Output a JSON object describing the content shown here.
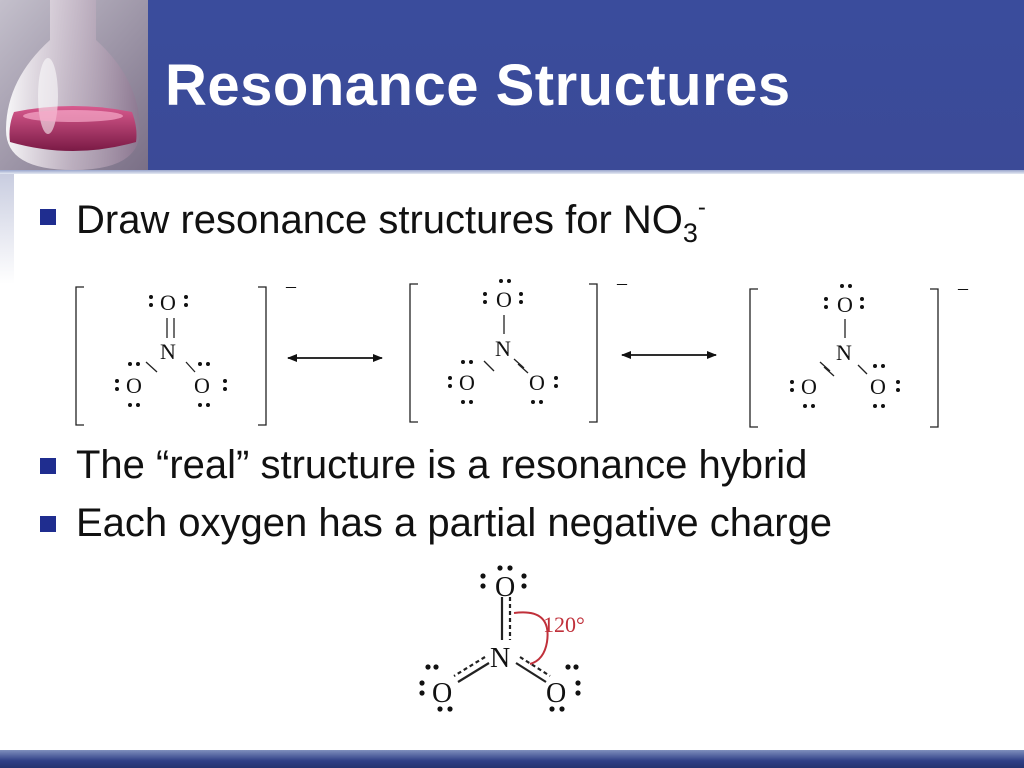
{
  "slide": {
    "title": "Resonance Structures",
    "bullets": [
      {
        "text": "Draw resonance structures for NO",
        "subscript": "3",
        "superscript": "-"
      },
      {
        "text": "The “real” structure is a resonance hybrid"
      },
      {
        "text": "Each oxygen has a partial negative charge"
      }
    ]
  },
  "structures": {
    "atom_oxygen": "O",
    "atom_nitrogen": "N",
    "ion_charge": "–"
  },
  "hybrid": {
    "atom_oxygen": "O",
    "atom_nitrogen": "N",
    "angle_label": "120°"
  },
  "colors": {
    "header_blue": "#3b4a97",
    "bullet_square": "#1f2d8f",
    "angle_red": "#c0303a"
  }
}
